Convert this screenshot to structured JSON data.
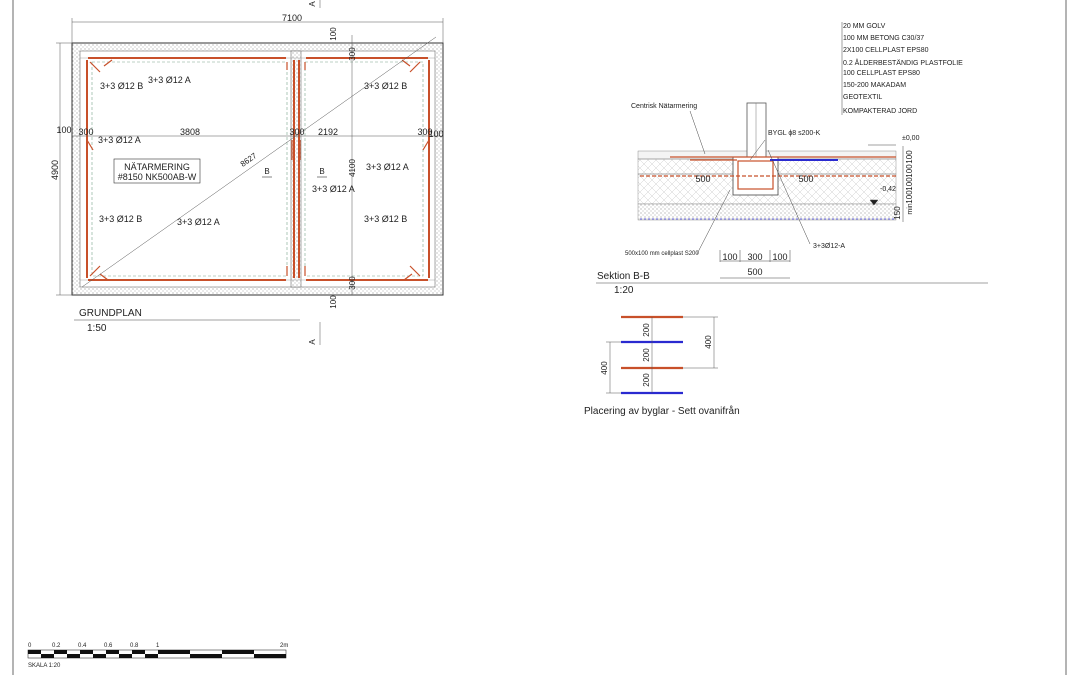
{
  "plan": {
    "dim_total_width": "7100",
    "dim_total_height": "4900",
    "dim_inner_height": "4100",
    "dim_top_100": "100",
    "dim_top_300": "300",
    "dim_bottom_100": "100",
    "dim_bottom_300": "300",
    "dim_left_100": "100",
    "dim_left_300": "300",
    "dim_span_1": "3808",
    "dim_mid_300": "300",
    "dim_span_2": "2192",
    "dim_right_300": "300",
    "dim_right_100": "100",
    "dim_diagonal": "8627",
    "rebar_top_left": "3+3 Ø12  B",
    "rebar_top_mid": "3+3 Ø12  A",
    "rebar_left_a": "3+3 Ø12  A",
    "rebar_bot_left_b": "3+3 Ø12  B",
    "rebar_bot_mid_a": "3+3 Ø12  A",
    "rebar_top_right_b": "3+3 Ø12  B",
    "rebar_right_a": "3+3 Ø12  A",
    "rebar_mid_a": "3+3 Ø12  A",
    "rebar_bot_right_b": "3+3 Ø12  B",
    "mesh_line1": "NÄTARMERING",
    "mesh_line2": "#8150 NK500AB-W",
    "section_mark_b": "B",
    "section_mark_a": "A",
    "title": "GRUNDPLAN",
    "scale": "1:50"
  },
  "section": {
    "layers": [
      "20 MM GOLV",
      "100 MM BETONG  C30/37",
      "2X100 CELLPLAST EPS80",
      "0.2 ÅLDERBESTÄNDIG PLASTFOLIE",
      "100 CELLPLAST EPS80",
      "150-200 MAKADAM",
      "GEOTEXTIL",
      "KOMPAKTERAD JORD"
    ],
    "label_mesh": "Centrisk Nätarmering",
    "label_stirrup": "BYGL ϕ8 s200-K",
    "label_level_0": "±0,00",
    "label_level_neg": "-0,42",
    "label_rebar": "3+3Ø12-A",
    "label_cellplast": "500x100 mm cellplast S200",
    "dim_500_left": "500",
    "dim_500_right": "500",
    "dim_100_a": "100",
    "dim_300": "300",
    "dim_100_b": "100",
    "dim_500_total": "500",
    "dim_stack_1": "100",
    "dim_stack_2": "100",
    "dim_stack_3": "100",
    "dim_stack_4": "100",
    "dim_stack_min": "min",
    "dim_stack_150": "150",
    "title": "Sektion B-B",
    "scale": "1:20"
  },
  "stirrups": {
    "dim_200_a": "200",
    "dim_200_b": "200",
    "dim_200_c": "200",
    "dim_400_right": "400",
    "dim_400_left": "400",
    "caption": "Placering av byglar - Sett ovanifrån"
  },
  "scalebar": {
    "ticks": [
      "0",
      "0.2",
      "0.4",
      "0.6",
      "0.8",
      "1",
      "2m"
    ],
    "label": "SKALA 1:20"
  },
  "colors": {
    "rebar": "#c8502a",
    "blue_bar": "#2a2ad0",
    "line": "#333333",
    "dashed_green": "#7aa38a"
  }
}
